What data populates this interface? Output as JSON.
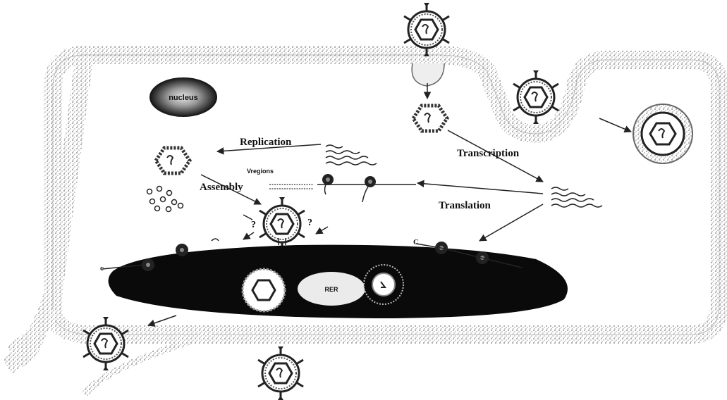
{
  "labels": {
    "nucleus": "nucleus",
    "replication": "Replication",
    "transcription": "Transcription",
    "translation": "Translation",
    "assembly": "Assembly",
    "vregions": "Vregions",
    "rer": "RER",
    "c": "C"
  },
  "colors": {
    "membrane": "#9a9a9a",
    "er": "#0a0a0a",
    "virus_shell": "#222222",
    "line": "#222222"
  },
  "icons": [
    "virion-icon",
    "nucleus-icon",
    "er-icon",
    "ribosome-icon",
    "mrna-icon"
  ]
}
